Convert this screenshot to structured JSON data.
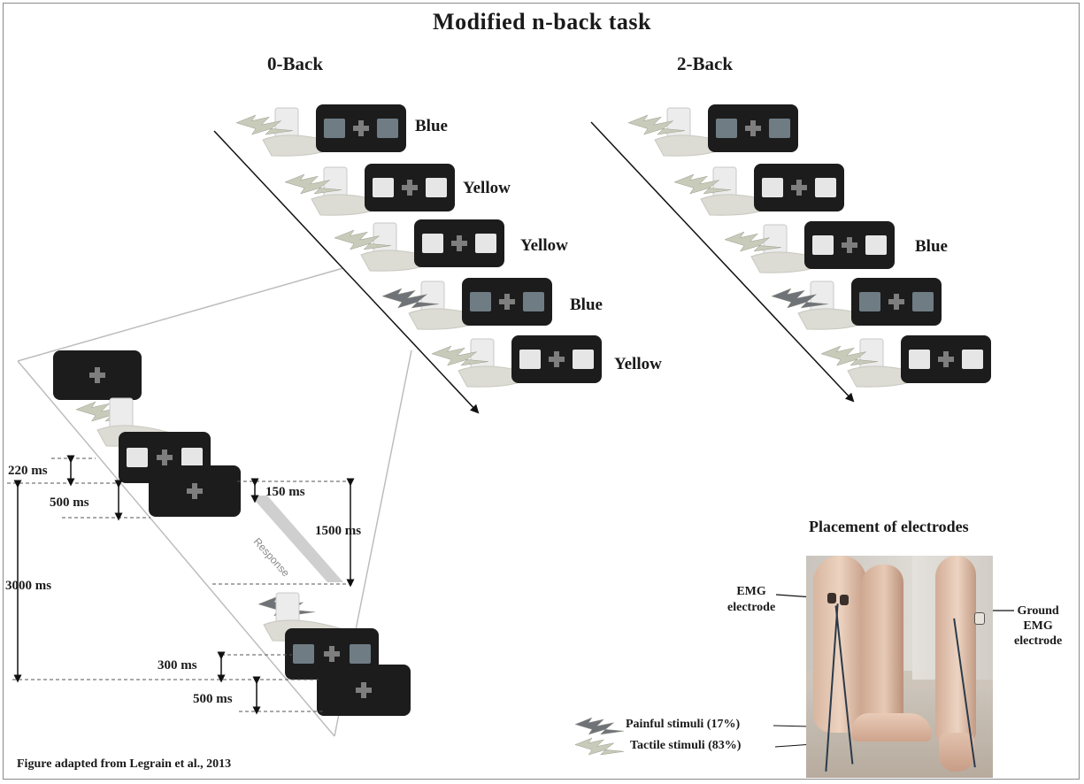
{
  "title": "Modified n-back task",
  "zero_back": {
    "header": "0-Back",
    "trials": [
      {
        "label": "Blue",
        "stimulus": "tactile",
        "squares": "blue"
      },
      {
        "label": "Yellow",
        "stimulus": "tactile",
        "squares": "yellow"
      },
      {
        "label": "Yellow",
        "stimulus": "tactile",
        "squares": "yellow"
      },
      {
        "label": "Blue",
        "stimulus": "painful",
        "squares": "blue"
      },
      {
        "label": "Yellow",
        "stimulus": "tactile",
        "squares": "yellow"
      }
    ]
  },
  "two_back": {
    "header": "2-Back",
    "trials": [
      {
        "label": "",
        "stimulus": "tactile",
        "squares": "blue"
      },
      {
        "label": "",
        "stimulus": "tactile",
        "squares": "yellow"
      },
      {
        "label": "Blue",
        "stimulus": "tactile",
        "squares": "yellow"
      },
      {
        "label": "",
        "stimulus": "painful",
        "squares": "blue"
      },
      {
        "label": "",
        "stimulus": "tactile",
        "squares": "yellow"
      }
    ]
  },
  "timing": {
    "t220": "220 ms",
    "t500a": "500 ms",
    "t150": "150 ms",
    "t1500": "1500 ms",
    "response": "Response",
    "t3000": "3000 ms",
    "t300": "300 ms",
    "t500b": "500 ms"
  },
  "electrodes": {
    "title": "Placement of electrodes",
    "emg_label": [
      "EMG",
      "electrode"
    ],
    "ground_label": [
      "Ground",
      "EMG",
      "electrode"
    ]
  },
  "legend": {
    "painful": "Painful stimuli (17%)",
    "tactile": "Tactile stimuli (83%)"
  },
  "caption": "Figure adapted from Legrain et al., 2013",
  "colors": {
    "screen": "#1c1c1c",
    "blue_square": "#6f7c84",
    "yellow_square": "#e6e6e6",
    "cross": "#7e7e7e",
    "tactile_bolt": "#c8cbb9",
    "painful_bolt": "#6f7378",
    "foot": "#dcdcd4",
    "response_bar": "#cfcfcf"
  }
}
